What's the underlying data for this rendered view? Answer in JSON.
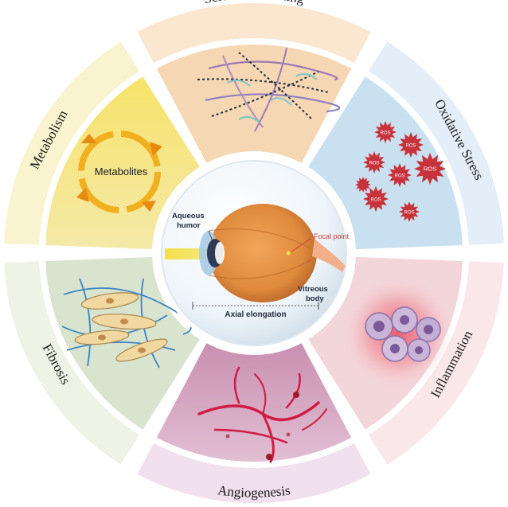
{
  "ring_labels": {
    "sclera": "Sclera remodeling",
    "oxidative": "Oxidative Stress",
    "inflammation": "Inflammation",
    "angiogenesis": "Angiogenesis",
    "fibrosis": "Fibrosis",
    "metabolism": "Metabolism"
  },
  "metabolites_label": "Metabolites",
  "ros_label": "ROS",
  "eye": {
    "aqueous_line1": "Aqueous",
    "aqueous_line2": "humor",
    "focal_point": "Focal point",
    "vitreous_line1": "Vitreous",
    "vitreous_line2": "body",
    "axial_elongation": "Axial  elongation"
  },
  "colors": {
    "sclera": "#f6ddc0",
    "oxidative": "#c9e0f1",
    "inflammation": "#f3d6da",
    "angiogenesis": "#d9a4c1",
    "fibrosis": "#d9e4cf",
    "metabolism": "#f7ec9c",
    "ros_star": "#c8323a",
    "vessel": "#d01b45",
    "metabolite_arrow": "#f0b020"
  }
}
